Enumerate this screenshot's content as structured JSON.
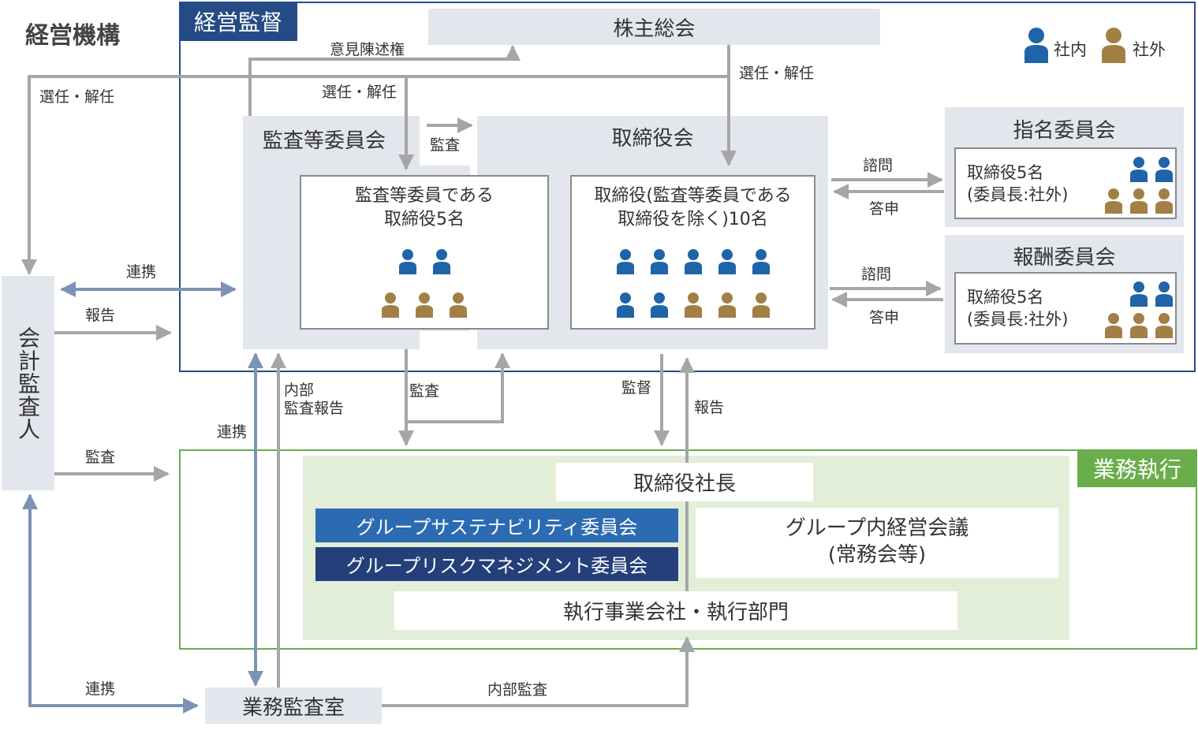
{
  "title": "経営機構",
  "sections": {
    "supervision": "経営監督",
    "execution": "業務執行"
  },
  "legend": {
    "internal_label": "社内",
    "external_label": "社外",
    "internal_color": "#1f64a8",
    "external_color": "#a27f45"
  },
  "nodes": {
    "shareholders": "株主総会",
    "audit_committee": "監査等委員会",
    "audit_committee_members": [
      "監査等委員である",
      "取締役5名"
    ],
    "board": "取締役会",
    "board_members": [
      "取締役(監査等委員である",
      "取締役を除く)10名"
    ],
    "nomination_committee": "指名委員会",
    "nomination_members": [
      "取締役5名",
      "(委員長:社外)"
    ],
    "compensation_committee": "報酬委員会",
    "compensation_members": [
      "取締役5名",
      "(委員長:社外)"
    ],
    "accounting_auditor": "会計監査人",
    "president": "取締役社長",
    "sustainability_committee": "グループサステナビリティ委員会",
    "risk_committee": "グループリスクマネジメント委員会",
    "group_meeting": [
      "グループ内経営会議",
      "(常務会等)"
    ],
    "operating_companies": "執行事業会社・執行部門",
    "internal_audit_office": "業務監査室"
  },
  "edges": {
    "opinion": "意見陳述権",
    "elect_dismiss_1": "選任・解任",
    "elect_dismiss_2": "選任・解任",
    "elect_dismiss_3": "選任・解任",
    "audit_board": "監査",
    "consult_1": "諮問",
    "answer_1": "答申",
    "consult_2": "諮問",
    "answer_2": "答申",
    "cooperate_1": "連携",
    "report_1": "報告",
    "audit_exec_auditor": "監査",
    "cooperate_2": "連携",
    "internal_report": [
      "内部",
      "監査報告"
    ],
    "audit_exec": "監査",
    "supervise": "監督",
    "report_2": "報告",
    "cooperate_3": "連携",
    "internal_audit": "内部監査"
  },
  "people": {
    "audit_committee": {
      "internal": 2,
      "external": 3
    },
    "board": {
      "internal": 7,
      "external": 3
    },
    "nomination": {
      "internal": 2,
      "external": 3
    },
    "compensation": {
      "internal": 2,
      "external": 3
    }
  }
}
